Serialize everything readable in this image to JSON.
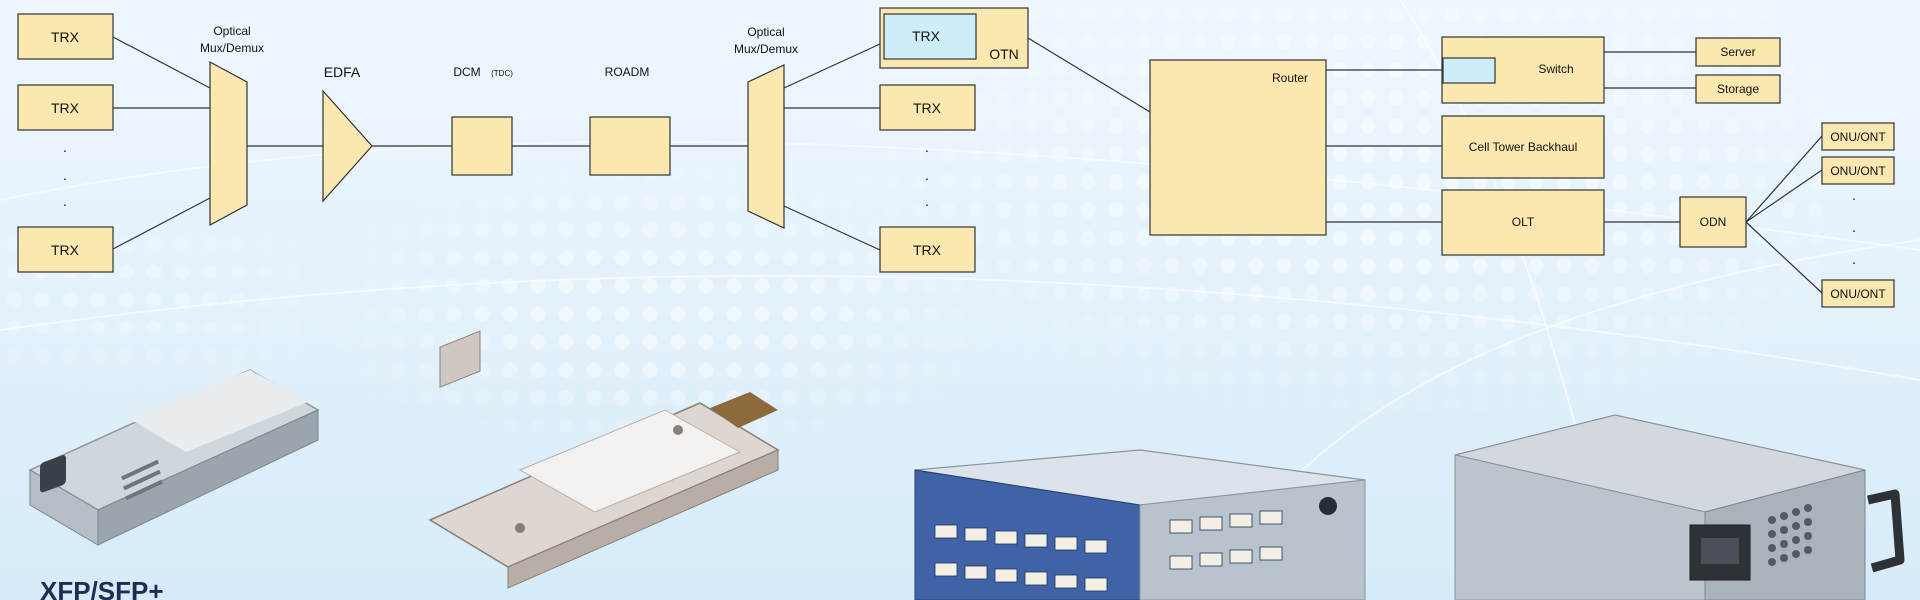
{
  "diagram": {
    "trx_label": "TRX",
    "ellipsis": ".",
    "mux_label_line1": "Optical",
    "mux_label_line2": "Mux/Demux",
    "edfa_label": "EDFA",
    "dcm_label": "DCM",
    "dcm_sub": "(TDC)",
    "roadm_label": "ROADM",
    "otn_label": "OTN",
    "router_label": "Router",
    "switch_label": "Switch",
    "server_label": "Server",
    "storage_label": "Storage",
    "cell_label": "Cell Tower Backhaul",
    "olt_label": "OLT",
    "odn_label": "ODN",
    "onu_label": "ONU/ONT"
  },
  "products": {
    "caption": "XFP/SFP+"
  },
  "colors": {
    "box_fill": "#fbe7b0",
    "trx_highlight": "#cdeef9",
    "line": "#333333",
    "background": "#e3f1fb"
  }
}
